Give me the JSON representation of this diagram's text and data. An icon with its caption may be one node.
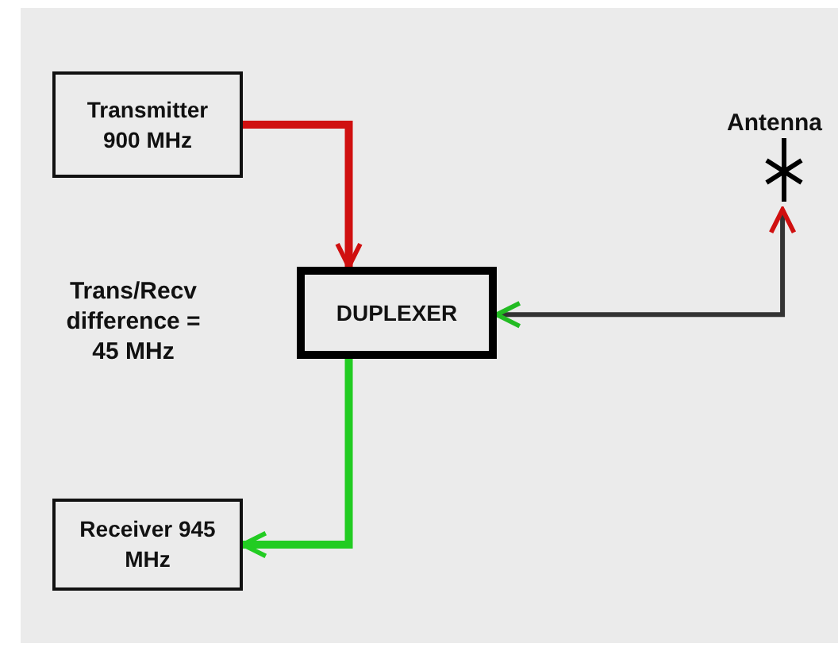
{
  "diagram": {
    "nodes": [
      {
        "text": [
          "Transmitter 900 MHz"
        ]
      },
      {
        "text": [
          "DUPLEXER"
        ]
      },
      {
        "text": [
          "Receiver 945 MHz"
        ]
      },
      {
        "text": [
          "Antenna"
        ]
      }
    ],
    "edges": [
      {
        "from": 0,
        "to": 1,
        "arrow": "to",
        "color": "#d01010"
      },
      {
        "from": 1,
        "to": 2,
        "arrow": "to",
        "color": "#22cc22"
      },
      {
        "from": 1,
        "to": 3,
        "arrow": "both",
        "color": "#333333"
      }
    ],
    "labels": [
      "Trans/Recv difference = 45 MHz"
    ]
  }
}
